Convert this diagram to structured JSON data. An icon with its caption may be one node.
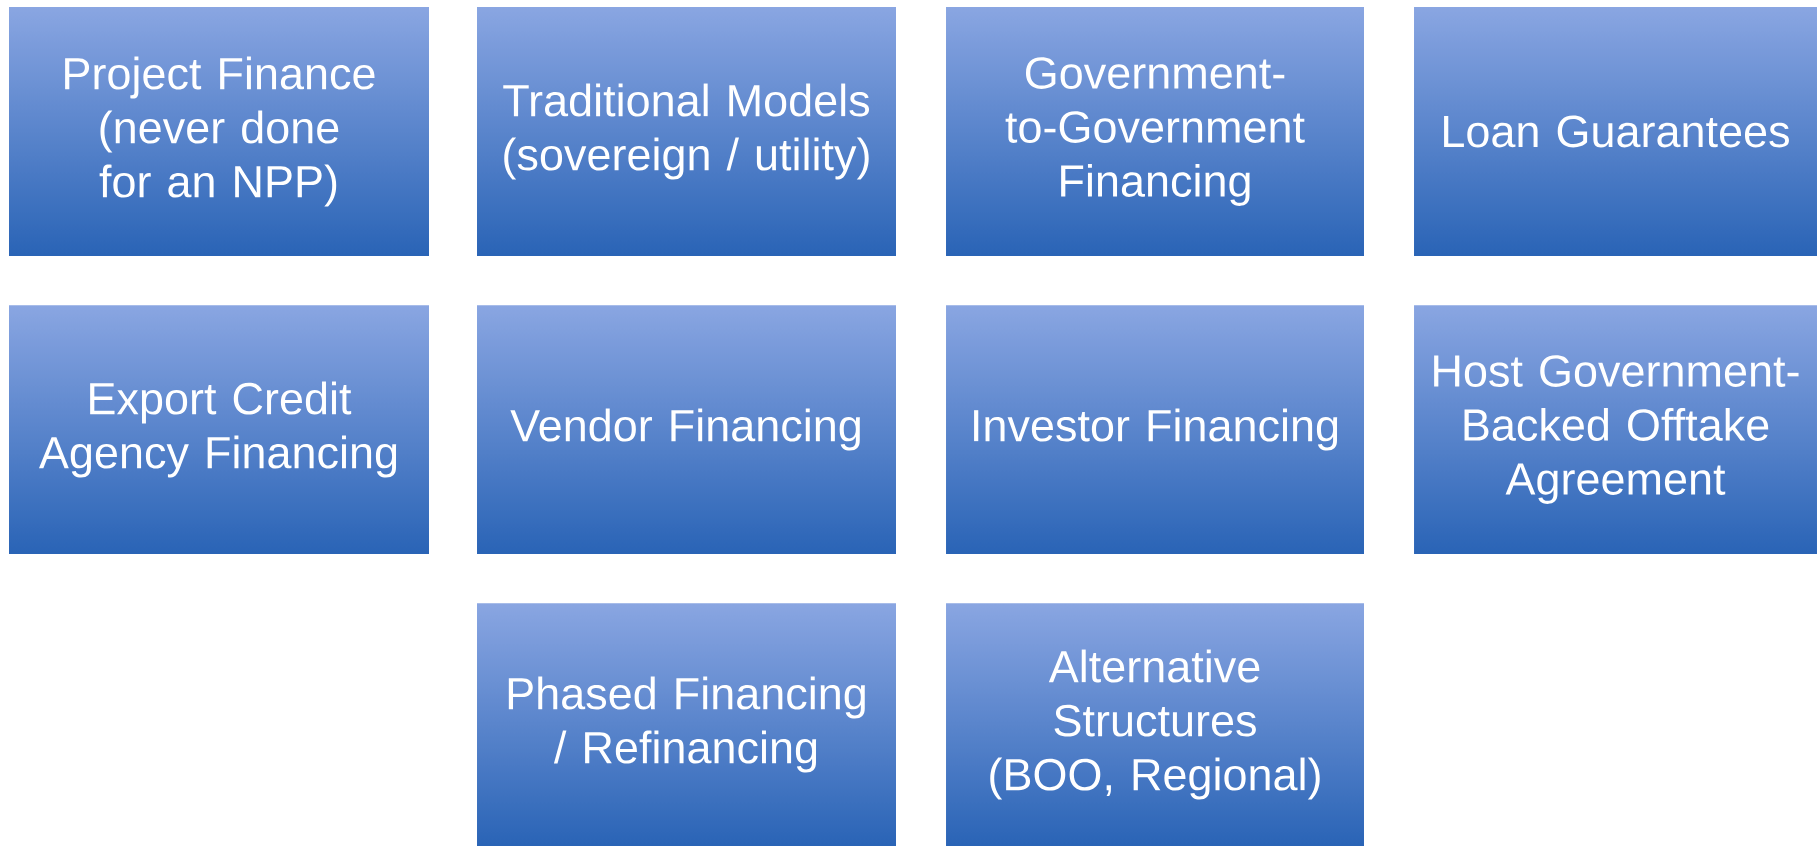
{
  "diagram": {
    "nodes": [
      {
        "text": [
          "Project Finance (never done for an NPP)"
        ]
      },
      {
        "text": [
          "Traditional Models (sovereign / utility)"
        ]
      },
      {
        "text": [
          "Government-to-Government Financing"
        ]
      },
      {
        "text": [
          "Loan Guarantees"
        ]
      },
      {
        "text": [
          "Export Credit Agency Financing"
        ]
      },
      {
        "text": [
          "Vendor Financing"
        ]
      },
      {
        "text": [
          "Investor Financing"
        ]
      },
      {
        "text": [
          "Host Government-Backed Offtake Agreement"
        ]
      },
      {
        "text": [
          "Phased Financing / Refinancing"
        ]
      },
      {
        "text": [
          "Alternative Structures (BOO, Regional)"
        ]
      }
    ]
  }
}
